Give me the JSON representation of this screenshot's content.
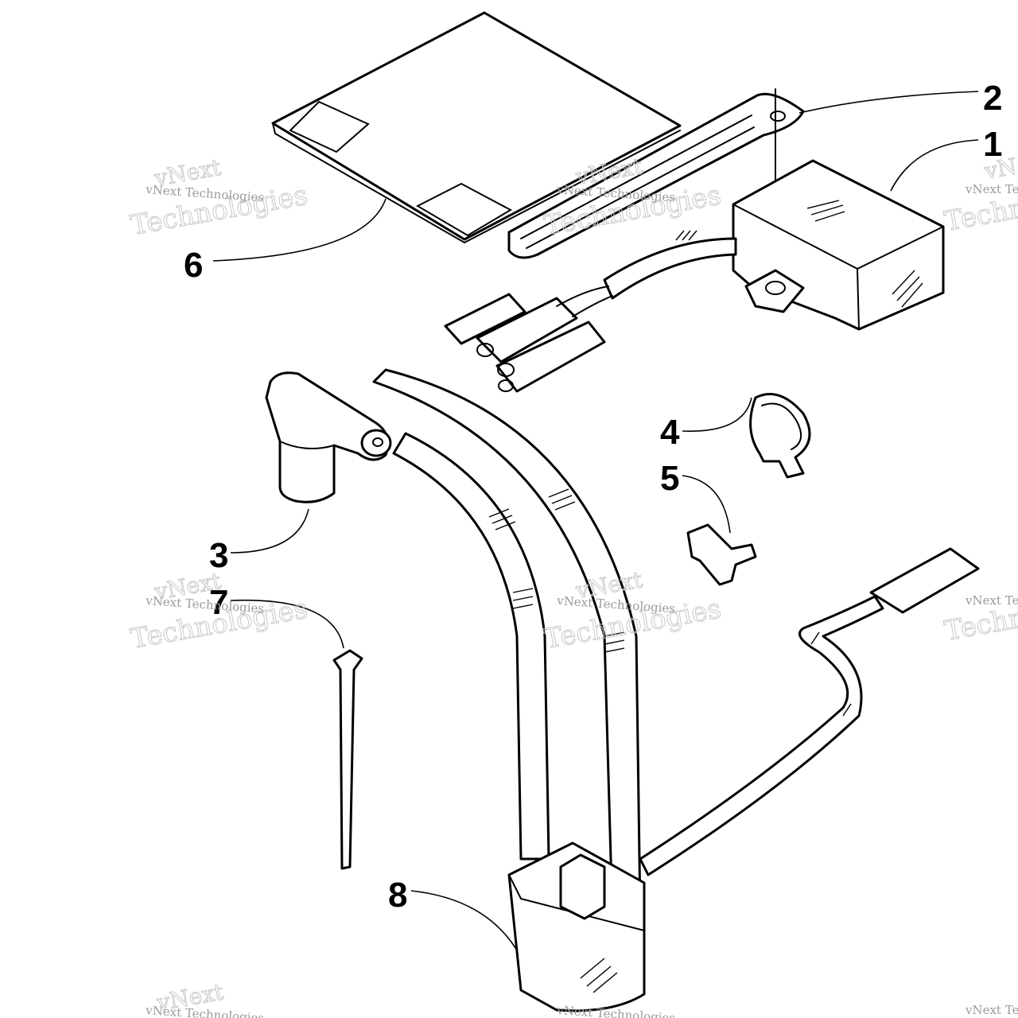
{
  "callouts": [
    {
      "id": "1",
      "label": "1"
    },
    {
      "id": "2",
      "label": "2"
    },
    {
      "id": "3",
      "label": "3"
    },
    {
      "id": "4",
      "label": "4"
    },
    {
      "id": "5",
      "label": "5"
    },
    {
      "id": "6",
      "label": "6"
    },
    {
      "id": "7",
      "label": "7"
    },
    {
      "id": "8",
      "label": "8"
    }
  ],
  "watermark": {
    "line1": "vNext",
    "line2": "Technologies",
    "small": "vNext Technologies",
    "small_partial": "vNext Te",
    "large_partial": "Techno",
    "corner_partial": "vN"
  }
}
